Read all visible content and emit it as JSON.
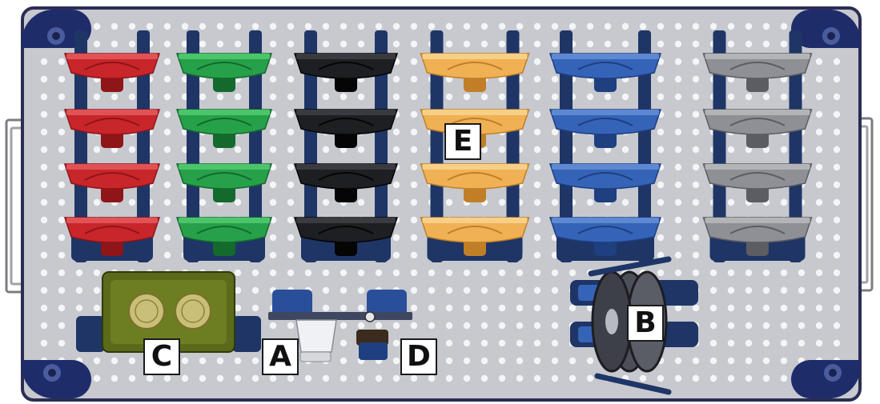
{
  "colors": {
    "tray": "#c7c9cf",
    "tray_border": "#2b2d52",
    "hole": "#f4f5f7",
    "red": "#c8262a",
    "green": "#27a04a",
    "black": "#1e1f22",
    "orange": "#f0b154",
    "blue": "#3563b7",
    "gray": "#8f9095",
    "dark_blue": "#1e3566",
    "olive": "#5b6a1a"
  },
  "labels": {
    "a": "A",
    "b": "B",
    "c": "C",
    "d": "D",
    "e": "E"
  },
  "columns": [
    {
      "name": "red",
      "color": "#c8262a",
      "dark": "#8e1518",
      "light": "#e05255",
      "rows": 4
    },
    {
      "name": "green",
      "color": "#27a04a",
      "dark": "#146a2c",
      "light": "#4cc46b",
      "rows": 4
    },
    {
      "name": "black",
      "color": "#1e1f22",
      "dark": "#050506",
      "light": "#3a3b40",
      "rows": 4
    },
    {
      "name": "orange",
      "color": "#f0b154",
      "dark": "#c07f27",
      "light": "#f8cf86",
      "rows": 4
    },
    {
      "name": "blue",
      "color": "#3563b7",
      "dark": "#1e3f80",
      "light": "#5d88d2",
      "rows": 4
    },
    {
      "name": "gray",
      "color": "#8f9095",
      "dark": "#5c5d62",
      "light": "#b3b4b8",
      "rows": 4
    }
  ]
}
